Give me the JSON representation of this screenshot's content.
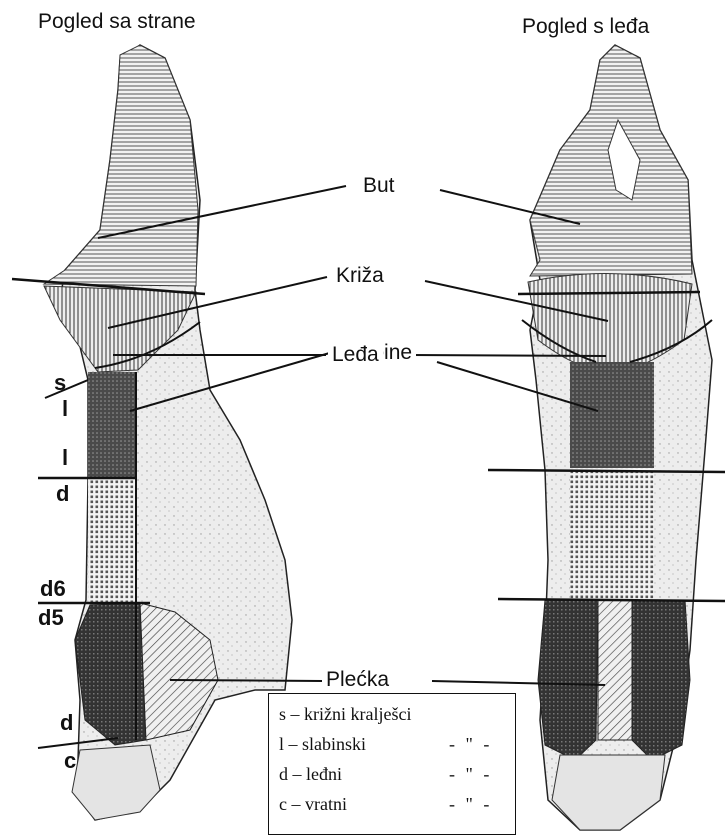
{
  "titles": {
    "side": "Pogled sa strane",
    "back": "Pogled s leđa"
  },
  "cuts": {
    "but": "But",
    "kriza": "Križa",
    "slabine": "Slabine",
    "leda": "Leđa",
    "plecka": "Plećka"
  },
  "vertebra_marks": {
    "s": "s",
    "l1": "l",
    "l2": "l",
    "d1": "d",
    "d6": "d6",
    "d5": "d5",
    "d2": "d",
    "c": "c"
  },
  "legend": [
    {
      "term": "s – križni kralješci",
      "ditto": ""
    },
    {
      "term": "l – slabinski",
      "ditto": "- \" -"
    },
    {
      "term": "d – leđni",
      "ditto": "- \" -"
    },
    {
      "term": "c – vratni",
      "ditto": "- \" -"
    }
  ]
}
